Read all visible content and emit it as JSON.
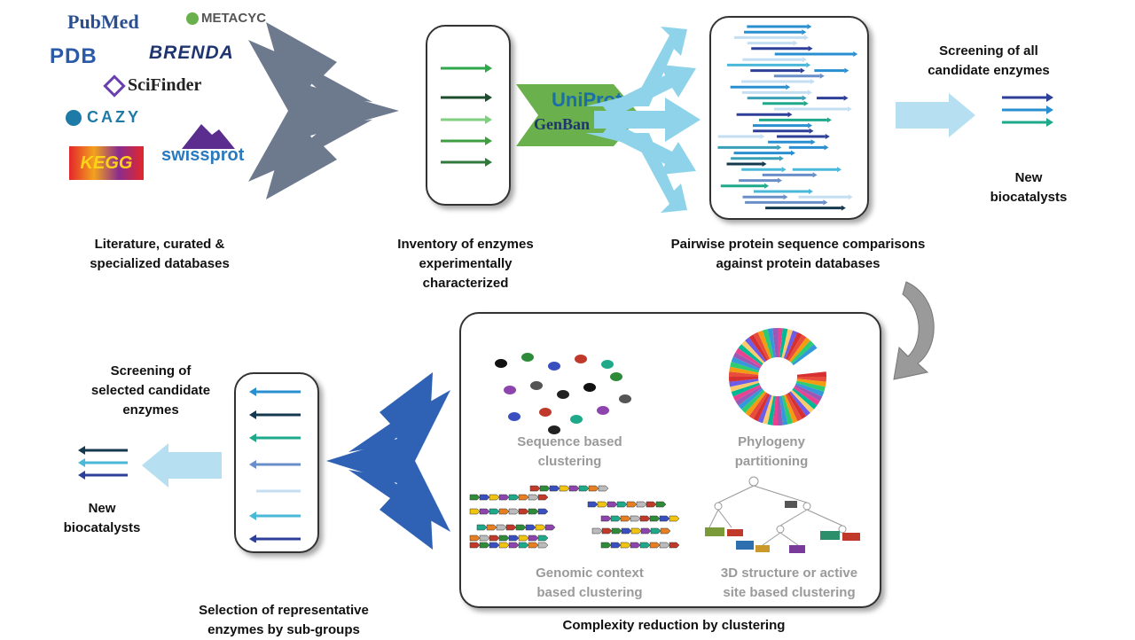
{
  "logos": {
    "pubmed": "PubMed",
    "metacyc": "METACYC",
    "pdb": "PDB",
    "brenda": "BRENDA",
    "scifinder": "SciFinder",
    "cazy": "CAZY",
    "kegg": "KEGG",
    "swissprot": "swissprot",
    "uniprot": "UniProt",
    "genbank": "GenBan"
  },
  "captions": {
    "literature": "Literature, curated &\nspecialized databases",
    "inventory": "Inventory of enzymes\nexperimentally\ncharacterized",
    "pairwise": "Pairwise protein sequence comparisons\nagainst protein databases",
    "screening_all": "Screening of all\ncandidate enzymes",
    "new_top": "New\nbiocatalysts",
    "screening_selected": "Screening of\nselected candidate\nenzymes",
    "new_bottom": "New\nbiocatalysts",
    "selection": "Selection of representative\nenzymes by sub-groups",
    "complexity": "Complexity reduction by clustering",
    "seq_cluster": "Sequence based\nclustering",
    "phylogeny": "Phylogeny\npartitioning",
    "genomic": "Genomic context\nbased clustering",
    "structure": "3D structure or active\nsite based clustering"
  },
  "colors": {
    "grey_arrow": "#6d7a8e",
    "light_blue_arrow": "#8fd3ea",
    "green_arrow": "#6ab04c",
    "blue_arrow": "#2f62b5",
    "pale_arrow": "#b7dff2",
    "curve_arrow": "#9a9a9a"
  }
}
